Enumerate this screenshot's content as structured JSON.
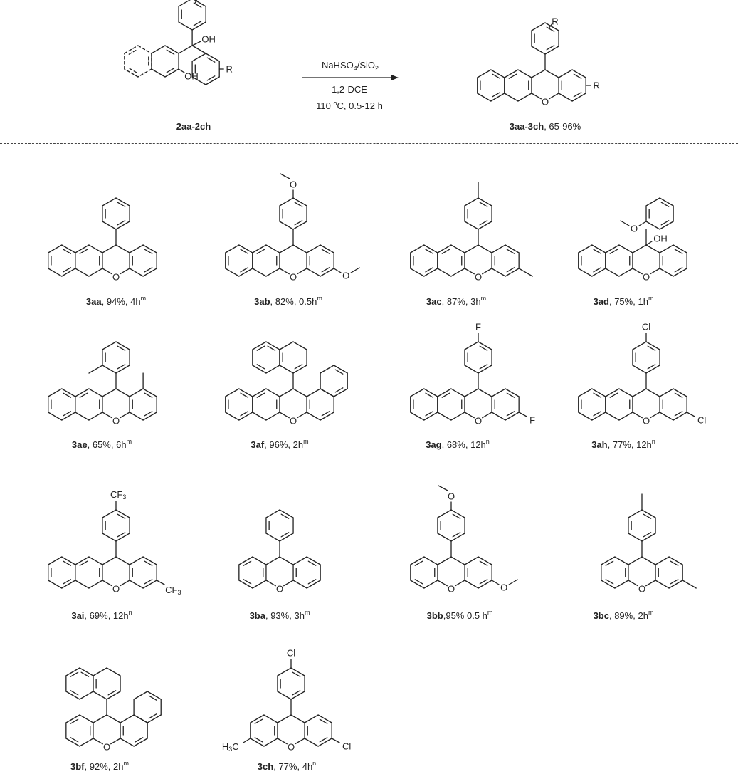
{
  "scheme": {
    "reactant": {
      "label": "2aa-2ch"
    },
    "product": {
      "label": "3aa-3ch",
      "yield_range": ", 65-96%"
    },
    "conditions": {
      "reagent_main": "NaHSO",
      "reagent_sub1": "4",
      "reagent_slash": "/SiO",
      "reagent_sub2": "2",
      "solvent": "1,2-DCE",
      "temp_prefix": "110 ",
      "temp_deg": "o",
      "temp_suffix": "C, 0.5-12 h"
    }
  },
  "compounds": [
    {
      "id": "3aa",
      "yield": "94%",
      "time": "4h",
      "note": "m",
      "sep": ", "
    },
    {
      "id": "3ab",
      "yield": "82%",
      "time": "0.5h",
      "note": "m",
      "sep": ", "
    },
    {
      "id": "3ac",
      "yield": "87%",
      "time": "3h",
      "note": "m",
      "sep": ", "
    },
    {
      "id": "3ad",
      "yield": "75%",
      "time": "1h",
      "note": "m",
      "sep": ", "
    },
    {
      "id": "3ae",
      "yield": "65%",
      "time": "6h",
      "note": "m",
      "sep": ", "
    },
    {
      "id": "3af",
      "yield": "96%",
      "time": "2h",
      "note": "m",
      "sep": ", "
    },
    {
      "id": "3ag",
      "yield": "68%",
      "time": "12h",
      "note": "n",
      "sep": ", "
    },
    {
      "id": "3ah",
      "yield": "77%",
      "time": "12h",
      "note": "n",
      "sep": ", "
    },
    {
      "id": "3ai",
      "yield": "69%",
      "time": "12h",
      "note": "n",
      "sep": ", "
    },
    {
      "id": "3ba",
      "yield": "93%",
      "time": "3h",
      "note": "m",
      "sep": ", "
    },
    {
      "id": "3bb",
      "yield": "95%",
      "time": "0.5 h",
      "note": "m",
      "sep": ","
    },
    {
      "id": "3bc",
      "yield": "89%",
      "time": "2h",
      "note": "m",
      "sep": ", "
    },
    {
      "id": "3bf",
      "yield": "92%",
      "time": "2h",
      "note": "m",
      "sep": ", "
    },
    {
      "id": "3ch",
      "yield": "77%",
      "time": "4h",
      "note": "n",
      "sep": ", "
    }
  ],
  "atom_labels": {
    "oxygen": "O",
    "hydroxyl": "OH",
    "fluorine": "F",
    "chlorine": "Cl",
    "r_group": "R",
    "cf3": "CF",
    "cf3_sub": "3",
    "h3c": "H",
    "h3c_sub": "3",
    "h3c_c": "C"
  },
  "colors": {
    "ink": "#222222",
    "divider": "#444444"
  }
}
